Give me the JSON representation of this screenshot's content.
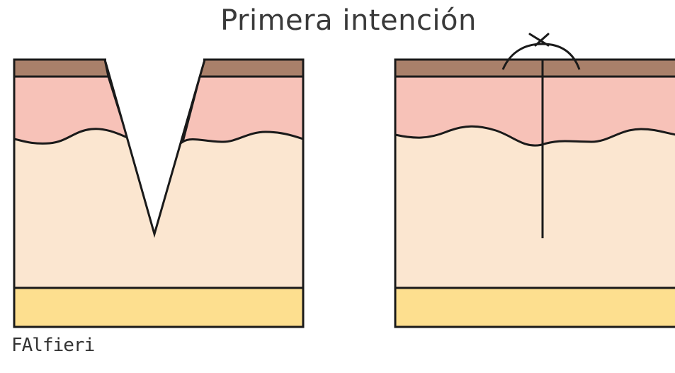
{
  "title": "Primera intención",
  "signature": "FAlfieri",
  "colors": {
    "epidermis": "#A9806A",
    "dermis": "#F7C2B8",
    "hypodermis": "#FBE6D0",
    "muscle": "#FDDF8F",
    "outline": "#1a1a1a"
  },
  "panels": [
    {
      "id": "open-wound",
      "shows": "open V-shaped incision"
    },
    {
      "id": "sutured-wound",
      "shows": "closed incision with suture stitch"
    }
  ]
}
